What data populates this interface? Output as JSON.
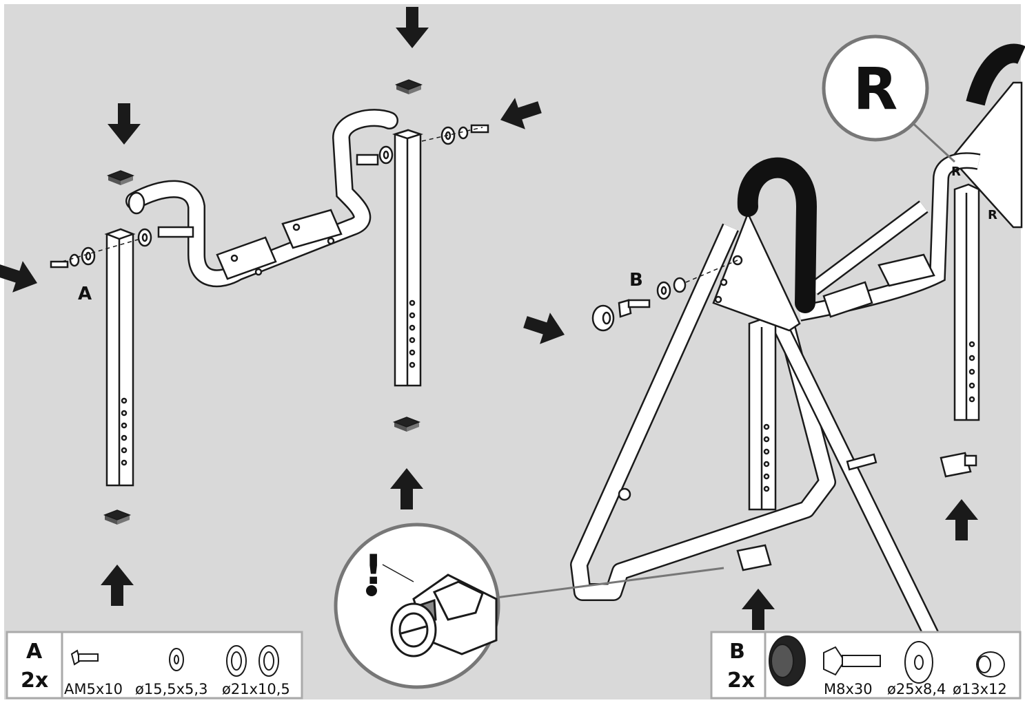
{
  "labels": {
    "callout_a": "A",
    "callout_b": "B",
    "callout_r": "R",
    "marker_r": "R",
    "warning": "!"
  },
  "parts_a": {
    "letter": "A",
    "qty": "2x",
    "items": [
      "AM5x10",
      "ø15,5x5,3",
      "ø21x10,5"
    ]
  },
  "parts_b": {
    "letter": "B",
    "qty": "2x",
    "items": [
      "M8x30",
      "ø25x8,4",
      "ø13x12"
    ]
  },
  "colors": {
    "background": "#d9d9d9",
    "outline": "#1a1a1a",
    "part_fill": "#ffffff",
    "foam_grip": "#111111",
    "arrow": "#1a1a1a"
  }
}
